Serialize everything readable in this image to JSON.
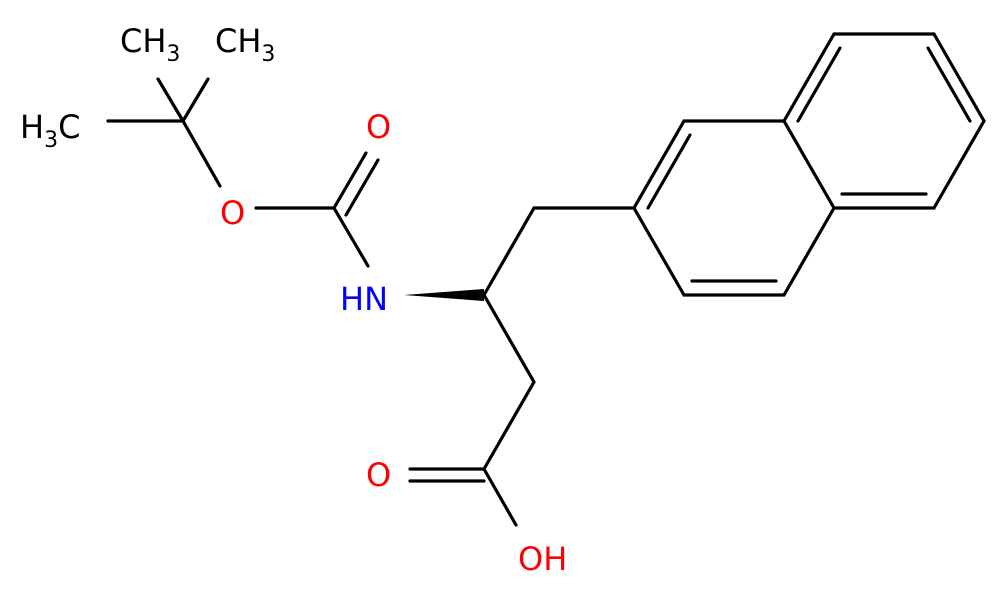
{
  "molecule": {
    "atoms": {
      "methyl_top_left": "CH",
      "methyl_top_left_sub": "3",
      "methyl_top_right": "CH",
      "methyl_top_right_sub": "3",
      "methyl_left_H": "H",
      "methyl_left_sub": "3",
      "methyl_left_C": "C",
      "carbonyl_O_boc": "O",
      "ester_O": "O",
      "amine": "HN",
      "acid_carbonyl_O": "O",
      "acid_OH": "OH"
    },
    "colors": {
      "bond": "#000000",
      "carbon_label": "#000000",
      "oxygen": "#ff0000",
      "nitrogen": "#0000ff"
    }
  }
}
